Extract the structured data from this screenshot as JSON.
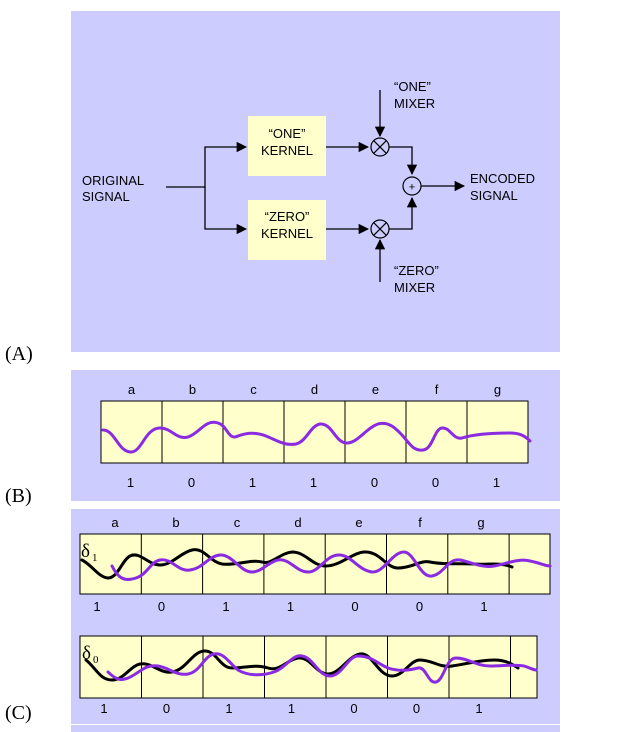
{
  "panel_labels": {
    "a": "(A)",
    "b": "(B)",
    "c": "(C)"
  },
  "diagram": {
    "original_signal": [
      "ORIGINAL",
      "SIGNAL"
    ],
    "one_kernel": [
      "“ONE”",
      "KERNEL"
    ],
    "zero_kernel": [
      "“ZERO”",
      "KERNEL"
    ],
    "one_mixer": [
      "“ONE”",
      "MIXER"
    ],
    "zero_mixer": [
      "“ZERO”",
      "MIXER"
    ],
    "encoded_signal": [
      "ENCODED",
      "SIGNAL"
    ],
    "adder_symbol": "+"
  },
  "segments": {
    "letters": [
      "a",
      "b",
      "c",
      "d",
      "e",
      "f",
      "g"
    ],
    "bits": [
      "1",
      "0",
      "1",
      "1",
      "0",
      "0",
      "1"
    ]
  },
  "delta_labels": {
    "one": "δ",
    "one_sub": "1",
    "zero": "δ",
    "zero_sub": "0"
  },
  "colors": {
    "panel": "#ccccff",
    "box": "#ffffcc",
    "purple": "#8a2be2",
    "black": "#000000"
  }
}
